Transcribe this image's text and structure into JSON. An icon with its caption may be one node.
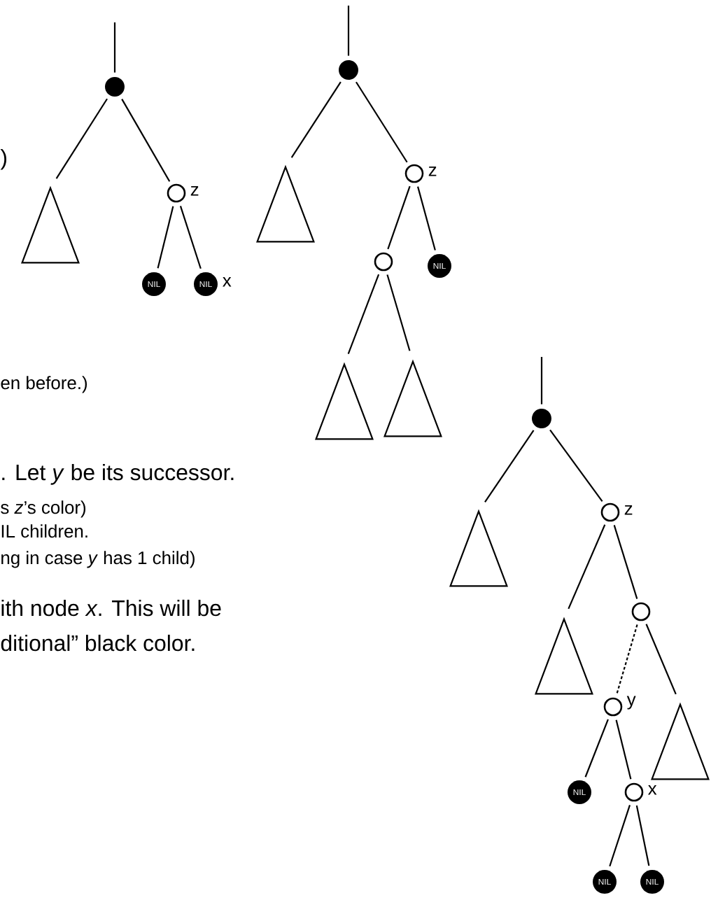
{
  "diagram": {
    "nodes": [
      {
        "text": [],
        "shape": "dot"
      },
      {
        "text": [],
        "shape": "triangle"
      },
      {
        "text": [],
        "shape": "circle",
        "beside": [
          "z"
        ]
      },
      {
        "text": [
          "NIL"
        ]
      },
      {
        "text": [
          "NIL"
        ],
        "beside": [
          "x"
        ]
      },
      {
        "text": [],
        "shape": "dot"
      },
      {
        "text": [],
        "shape": "triangle"
      },
      {
        "text": [],
        "shape": "circle",
        "beside": [
          "z"
        ]
      },
      {
        "text": [],
        "shape": "circle"
      },
      {
        "text": [
          "NIL"
        ]
      },
      {
        "text": [],
        "shape": "triangle"
      },
      {
        "text": [],
        "shape": "triangle"
      },
      {
        "text": [],
        "shape": "dot"
      },
      {
        "text": [],
        "shape": "triangle"
      },
      {
        "text": [],
        "shape": "circle",
        "beside": [
          "z"
        ]
      },
      {
        "text": [],
        "shape": "triangle"
      },
      {
        "text": [],
        "shape": "circle"
      },
      {
        "text": [],
        "shape": "circle",
        "beside": [
          "y"
        ]
      },
      {
        "text": [],
        "shape": "triangle"
      },
      {
        "text": [
          "NIL"
        ]
      },
      {
        "text": [],
        "shape": "circle",
        "beside": [
          "x"
        ]
      },
      {
        "text": [
          "NIL"
        ]
      },
      {
        "text": [
          "NIL"
        ]
      }
    ],
    "edges": [
      {
        "from": null,
        "to": 0,
        "arrow": "none"
      },
      {
        "from": 0,
        "to": 1,
        "arrow": "none"
      },
      {
        "from": 0,
        "to": 2,
        "arrow": "none"
      },
      {
        "from": 2,
        "to": 3,
        "arrow": "none"
      },
      {
        "from": 2,
        "to": 4,
        "arrow": "none"
      },
      {
        "from": null,
        "to": 5,
        "arrow": "none"
      },
      {
        "from": 5,
        "to": 6,
        "arrow": "none"
      },
      {
        "from": 5,
        "to": 7,
        "arrow": "none"
      },
      {
        "from": 7,
        "to": 8,
        "arrow": "none"
      },
      {
        "from": 7,
        "to": 9,
        "arrow": "none"
      },
      {
        "from": 8,
        "to": 10,
        "arrow": "none"
      },
      {
        "from": 8,
        "to": 11,
        "arrow": "none"
      },
      {
        "from": null,
        "to": 12,
        "arrow": "none"
      },
      {
        "from": 12,
        "to": 13,
        "arrow": "none"
      },
      {
        "from": 12,
        "to": 14,
        "arrow": "none"
      },
      {
        "from": 14,
        "to": 15,
        "arrow": "none"
      },
      {
        "from": 14,
        "to": 16,
        "arrow": "none"
      },
      {
        "from": 16,
        "to": 17,
        "arrow": "none",
        "style": "dashed"
      },
      {
        "from": 16,
        "to": 18,
        "arrow": "none"
      },
      {
        "from": 17,
        "to": 19,
        "arrow": "none"
      },
      {
        "from": 17,
        "to": 20,
        "arrow": "none"
      },
      {
        "from": 20,
        "to": 21,
        "arrow": "none"
      },
      {
        "from": 20,
        "to": 22,
        "arrow": "none"
      }
    ],
    "labels": [
      ")",
      "en before.)",
      ". Let *y* be its successor.",
      "s *z*’s color)",
      "IL children.",
      "ng in case *y* has 1 child)",
      "ith node *x*. This will be",
      "ditional” black color."
    ]
  }
}
